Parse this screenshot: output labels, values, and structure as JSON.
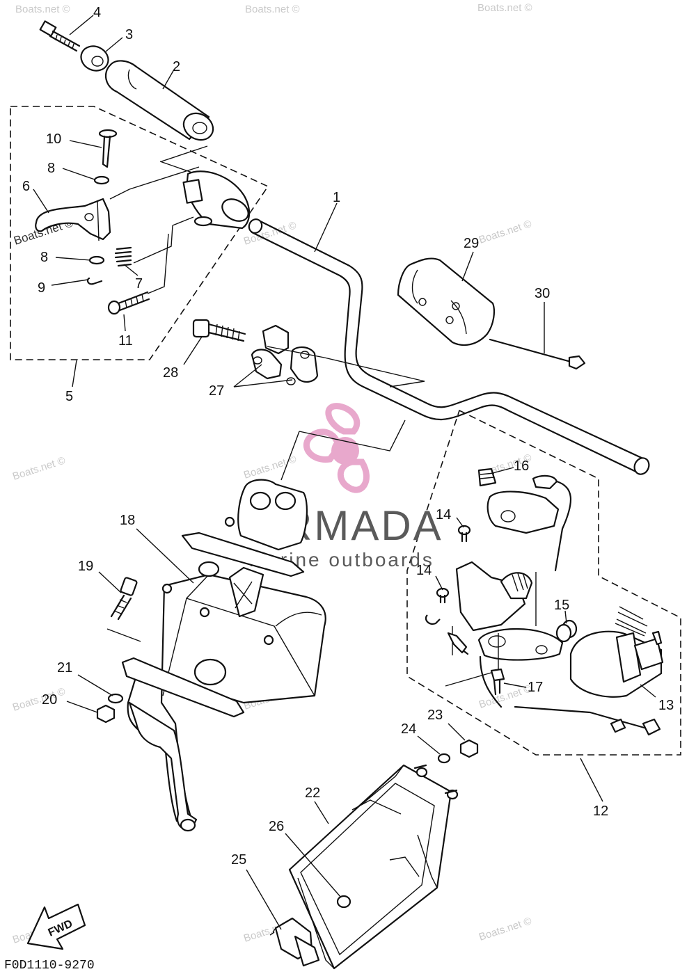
{
  "diagram_code": "F0D1110-9270",
  "fwd_label": "FWD",
  "brand": {
    "name": "ARMADA",
    "tagline": "marine outboards",
    "accent": "#e8a8cc"
  },
  "watermark": "Boats.net ©",
  "part_numbers": [
    "1",
    "2",
    "3",
    "4",
    "5",
    "6",
    "7",
    "8",
    "8",
    "9",
    "10",
    "11",
    "12",
    "13",
    "14",
    "14",
    "15",
    "16",
    "17",
    "18",
    "19",
    "20",
    "21",
    "22",
    "23",
    "24",
    "25",
    "26",
    "27",
    "28",
    "29",
    "30"
  ]
}
